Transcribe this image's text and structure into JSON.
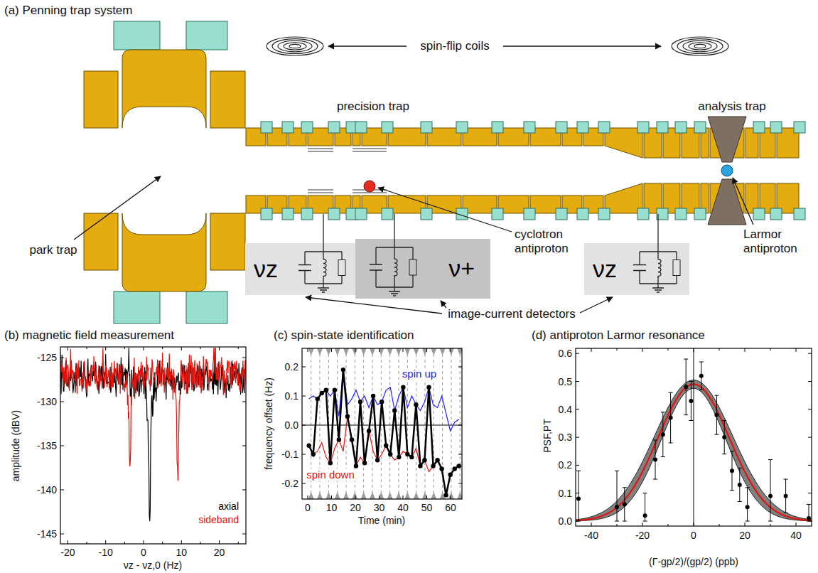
{
  "diagram": {
    "nodes": [
      {
        "text": [
          "νz"
        ]
      },
      {
        "text": [
          "ν+"
        ]
      },
      {
        "text": [
          "νz"
        ]
      }
    ],
    "labels": [
      "(a) Penning trap system",
      "spin-flip coils",
      "precision trap",
      "analysis trap",
      "park trap",
      "cyclotron antiproton",
      "Larmor antiproton",
      "image-current detectors",
      "(b) magnetic field measurement",
      "amplitude (dBV)",
      "νz - νz,0 (Hz)",
      "axial",
      "sideband",
      "(c) spin-state identification",
      "frequency offset (Hz)",
      "Time (min)",
      "spin up",
      "spin down",
      "(d) antiproton Larmor resonance",
      "PSF,PT",
      "(Γ-gp/2)/(gp/2) (ppb)",
      "-125",
      "-130",
      "-135",
      "-140",
      "-145",
      "-20",
      "-10",
      "0",
      "10",
      "20",
      "0.2",
      "0.1",
      "0.0",
      "-0.1",
      "-0.2",
      "0",
      "10",
      "20",
      "30",
      "40",
      "50",
      "60",
      "0.6",
      "0.5",
      "0.4",
      "0.3",
      "0.2",
      "0.1",
      "0.0",
      "-40",
      "-20",
      "0",
      "20",
      "40"
    ]
  }
}
